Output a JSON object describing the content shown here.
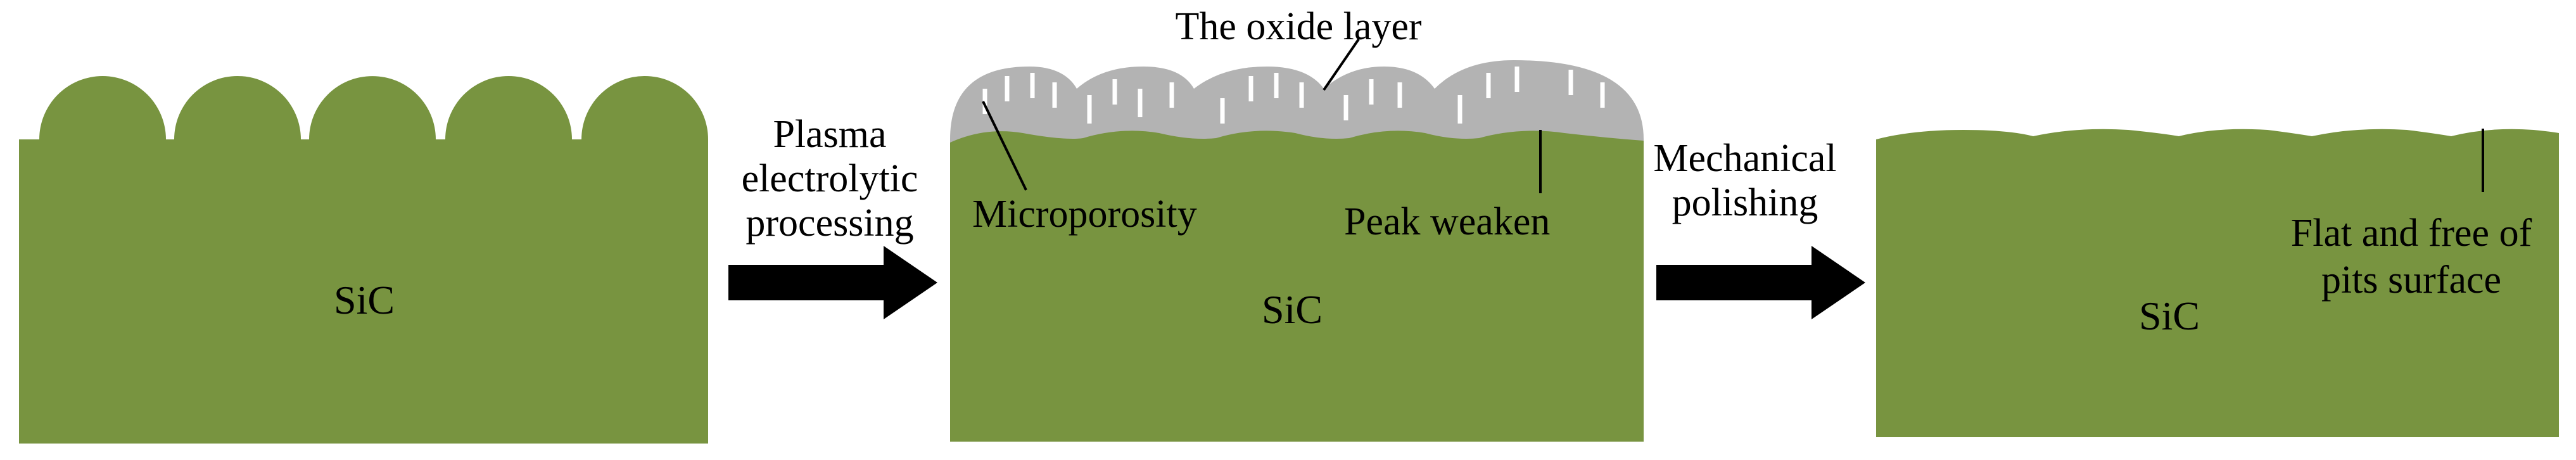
{
  "colors": {
    "sic": "#789440",
    "oxide": "#b3b3b3",
    "pore": "#ffffff",
    "arrow": "#000000",
    "leader": "#000000",
    "background": "#ffffff"
  },
  "stages": [
    {
      "material_label": "SiC"
    },
    {
      "material_label": "SiC",
      "oxide_label": "The oxide layer",
      "pore_label": "Microporosity",
      "peak_label": "Peak weaken"
    },
    {
      "material_label": "SiC",
      "surface_label": [
        "Flat and free of",
        "pits surface"
      ]
    }
  ],
  "arrows": [
    {
      "label": [
        "Plasma",
        "electrolytic",
        "processing"
      ]
    },
    {
      "label": [
        "Mechanical",
        "polishing"
      ]
    }
  ]
}
